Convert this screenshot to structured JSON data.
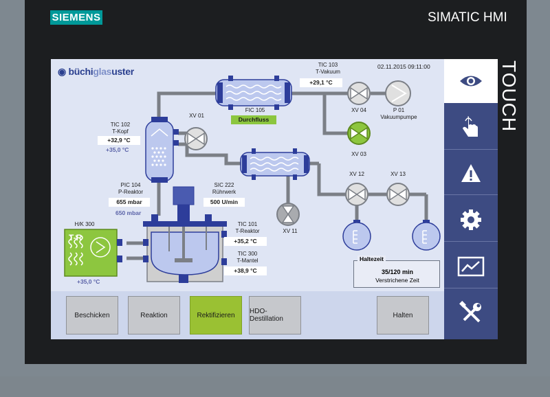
{
  "bezel": {
    "brand": "SIEMENS",
    "product": "SIMATIC HMI",
    "touch_label": "TOUCH"
  },
  "header": {
    "logo_main": "büchi",
    "logo_glas": "glas",
    "logo_end": "uster",
    "datetime": "02.11.2015 09:11:00"
  },
  "instruments": {
    "tic103": {
      "tag": "TIC 103",
      "name": "T-Vakuum",
      "value": "+29,1 °C"
    },
    "fic105": {
      "tag": "FIC 105",
      "status": "Durchfluss"
    },
    "xv04": {
      "tag": "XV 04"
    },
    "p01": {
      "tag": "P 01",
      "name": "Vakuumpumpe"
    },
    "xv03": {
      "tag": "XV 03"
    },
    "xv01": {
      "tag": "XV 01"
    },
    "tic102": {
      "tag": "TIC 102",
      "name": "T-Kopf",
      "value": "+32,9 °C",
      "setpoint": "+35,0 °C"
    },
    "pic104": {
      "tag": "PIC 104",
      "name": "P-Reaktor",
      "value": "655 mbar",
      "setpoint": "650 mbar"
    },
    "sic222": {
      "tag": "SIC 222",
      "name": "Rührwerk",
      "value": "500 U/min"
    },
    "xv11": {
      "tag": "XV 11"
    },
    "xv12": {
      "tag": "XV 12"
    },
    "xv13": {
      "tag": "XV 13"
    },
    "hk300": {
      "tag": "H/K 300",
      "unit_label": "T-R",
      "setpoint": "+35,0 °C"
    },
    "tic101": {
      "tag": "TIC 101",
      "name": "T-Reaktor",
      "value": "+35,2 °C"
    },
    "tic300": {
      "tag": "TIC 300",
      "name": "T-Mantel",
      "value": "+38,9 °C"
    }
  },
  "holdtime": {
    "title": "Haltezeit",
    "value": "35/120 min",
    "subtitle": "Verstrichene Zeit"
  },
  "buttons": {
    "b1": "Beschicken",
    "b2": "Reaktion",
    "b3": "Rektifizieren",
    "b4": "HDO-Destillation",
    "b5": "Halten"
  },
  "sidebar": {
    "items": [
      {
        "icon": "eye-icon",
        "active": true
      },
      {
        "icon": "touch-hand-icon",
        "active": false
      },
      {
        "icon": "warning-icon",
        "active": false
      },
      {
        "icon": "gear-icon",
        "active": false
      },
      {
        "icon": "trend-chart-icon",
        "active": false
      },
      {
        "icon": "tools-icon",
        "active": false
      }
    ]
  },
  "colors": {
    "sidebar": "#3d4b82",
    "active_green": "#8cc63f",
    "pipe": "#7b7f86",
    "vessel": "#bcc8ee",
    "flange": "#2d3d9a"
  }
}
